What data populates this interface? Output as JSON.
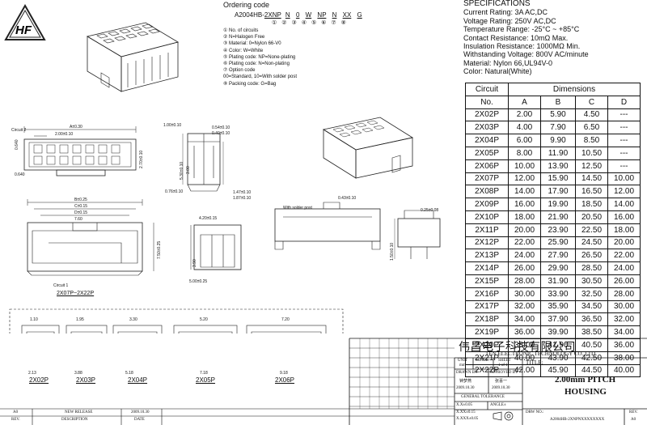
{
  "logo": {
    "letters": "HF"
  },
  "ordering": {
    "title": "Ordering code",
    "code_parts": [
      "A2004HB-",
      "2XNP",
      "N",
      "0",
      "W",
      "NP",
      "N",
      "XX",
      "G"
    ],
    "circled_numbers": [
      "①",
      "②",
      "③",
      "④",
      "⑤",
      "⑥",
      "⑦",
      "⑧"
    ],
    "legend": [
      "① No. of circuits",
      "② N=Halogen Free",
      "③ Material: 0=Nylon 66-V0",
      "④ Color: W=White",
      "⑤ Plating code: NP=None-plating",
      "⑥ Plating code: N=Non-plating",
      "⑦ Option code",
      "   00=Standard, 10=With solder post",
      "⑧ Packing code: G=Bag"
    ]
  },
  "specifications": {
    "title": "SPECIFICATIONS",
    "lines": [
      "Current Rating: 3A AC,DC",
      "Voltage Rating: 250V AC,DC",
      "Temperature Range: -25°C ~ +85°C",
      "Contact Resistance: 10mΩ Max.",
      "Insulation Resistance: 1000MΩ Min.",
      "Withstanding Voltage: 800V AC/minute",
      "Material: Nylon 66,UL94V-0",
      "Color: Natural(White)"
    ]
  },
  "dimension_table": {
    "head_circuit": "Circuit",
    "head_no": "No.",
    "head_dimensions": "Dimensions",
    "columns": [
      "A",
      "B",
      "C",
      "D"
    ],
    "rows": [
      [
        "2X02P",
        "2.00",
        "5.90",
        "4.50",
        "---"
      ],
      [
        "2X03P",
        "4.00",
        "7.90",
        "6.50",
        "---"
      ],
      [
        "2X04P",
        "6.00",
        "9.90",
        "8.50",
        "---"
      ],
      [
        "2X05P",
        "8.00",
        "11.90",
        "10.50",
        "---"
      ],
      [
        "2X06P",
        "10.00",
        "13.90",
        "12.50",
        "---"
      ],
      [
        "2X07P",
        "12.00",
        "15.90",
        "14.50",
        "10.00"
      ],
      [
        "2X08P",
        "14.00",
        "17.90",
        "16.50",
        "12.00"
      ],
      [
        "2X09P",
        "16.00",
        "19.90",
        "18.50",
        "14.00"
      ],
      [
        "2X10P",
        "18.00",
        "21.90",
        "20.50",
        "16.00"
      ],
      [
        "2X11P",
        "20.00",
        "23.90",
        "22.50",
        "18.00"
      ],
      [
        "2X12P",
        "22.00",
        "25.90",
        "24.50",
        "20.00"
      ],
      [
        "2X13P",
        "24.00",
        "27.90",
        "26.50",
        "22.00"
      ],
      [
        "2X14P",
        "26.00",
        "29.90",
        "28.50",
        "24.00"
      ],
      [
        "2X15P",
        "28.00",
        "31.90",
        "30.50",
        "26.00"
      ],
      [
        "2X16P",
        "30.00",
        "33.90",
        "32.50",
        "28.00"
      ],
      [
        "2X17P",
        "32.00",
        "35.90",
        "34.50",
        "30.00"
      ],
      [
        "2X18P",
        "34.00",
        "37.90",
        "36.50",
        "32.00"
      ],
      [
        "2X19P",
        "36.00",
        "39.90",
        "38.50",
        "34.00"
      ],
      [
        "2X20P",
        "38.00",
        "41.90",
        "40.50",
        "36.00"
      ],
      [
        "2X21P",
        "40.00",
        "43.90",
        "42.50",
        "38.00"
      ],
      [
        "2X22P",
        "42.00",
        "45.90",
        "44.50",
        "40.00"
      ]
    ]
  },
  "drawing": {
    "top_dims": {
      "a": "A±0.30",
      "pitch": "2.00±0.10",
      "circuit2": "Circuit 2",
      "h1": "0.640",
      "h2": "0.640",
      "w": "2.70±0.10"
    },
    "side_dims": {
      "d1": "1.00±0.10",
      "d2": "0.54±0.10",
      "d3": "0.40±0.10",
      "d4": "0.76±0.10",
      "d5": "1.47±0.10",
      "d6": "1.87±0.10",
      "v1": "5.30±0.10",
      "v2": "3.00"
    },
    "front_dims": {
      "b": "B±0.25",
      "c": "C±0.15",
      "d": "D±0.15",
      "w": "7.60",
      "h": "7.50±0.25",
      "circuit1": "Circuit 1",
      "range": "2X07P~2X22P"
    },
    "mid_dims": {
      "w": "4.20±0.15",
      "h": "3.90",
      "s": "5.00±0.25"
    },
    "post_dims": {
      "a": "0.43±0.10",
      "label": "With solder post",
      "b": "0.25±0.08",
      "h": "1.50±0.10"
    },
    "small_variants": [
      {
        "label": "2X02P",
        "top": "1.10",
        "bottom": "2.13"
      },
      {
        "label": "2X03P",
        "top": "1.95",
        "bottom": "3.88"
      },
      {
        "label": "2X04P",
        "top": "3.30",
        "bottom": "5.18"
      },
      {
        "label": "2X05P",
        "top": "5.20",
        "bottom": "7.18"
      },
      {
        "label": "2X06P",
        "top": "7.20",
        "bottom": "9.18"
      }
    ]
  },
  "title_block": {
    "company_cn": "伟昌电子科技有限公司",
    "company_en": "TEN ELECTRONIC TECHNOLOGY CO.,LTD",
    "unit_label": "UNIT",
    "unit_value": "mm",
    "scale_label": "SCALE",
    "sheet_label": "SHEET",
    "sheet_value": "1 of 1",
    "title_label": "TITLE:",
    "title_line1": "2.00mm PITCH",
    "title_line2": "HOUSING",
    "drawn_label": "DRAWN BY",
    "drawn_name": "钟梦燕",
    "drawn_date": "2009.10.30",
    "approved_label": "APPROVED BY",
    "approved_name": "张喜一",
    "approved_date": "2009.10.30",
    "tol_label": "GENERAL TOLERANCE",
    "tol1": "X.X±0.05",
    "tol2": "X.XX±0.15",
    "tol3": "X.XXX±0.05",
    "angle_label": "ANGLE±",
    "drw_label": "DRW NO.:",
    "drw_value": "A2004HB-2XNPNXXXXXXXX",
    "rev_label": "REV.",
    "rev_value": "A0",
    "rev_col": "REV.",
    "desc_col": "DESCRIPTION",
    "date_col": "DATE",
    "rev_row_rev": "A0",
    "rev_row_desc": "NEW RELEASE",
    "rev_row_date": "2009.10.30"
  }
}
